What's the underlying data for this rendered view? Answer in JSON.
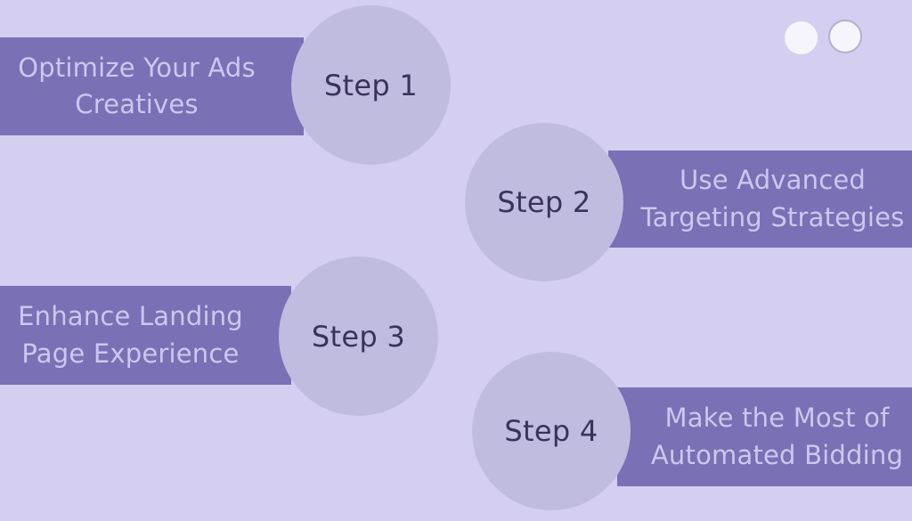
{
  "theme": {
    "background": "#d4cef1",
    "bar_color": "#7a70b5",
    "bar_text_color": "#cdc7ef",
    "circle_color": "#c0bce0",
    "circle_text_color": "#3a3259",
    "dot_fill": "#f7f5fc",
    "dot_ring": "#b4aed0"
  },
  "decor": {
    "dot_solid_name": "solid-dot",
    "dot_ring_name": "ring-dot"
  },
  "steps": [
    {
      "badge": "Step 1",
      "label": "Optimize Your Ads\nCreatives",
      "side": "left"
    },
    {
      "badge": "Step 2",
      "label": "Use Advanced\nTargeting Strategies",
      "side": "right"
    },
    {
      "badge": "Step 3",
      "label": "Enhance Landing\nPage Experience",
      "side": "left"
    },
    {
      "badge": "Step 4",
      "label": "Make the Most of\nAutomated Bidding",
      "side": "right"
    }
  ]
}
